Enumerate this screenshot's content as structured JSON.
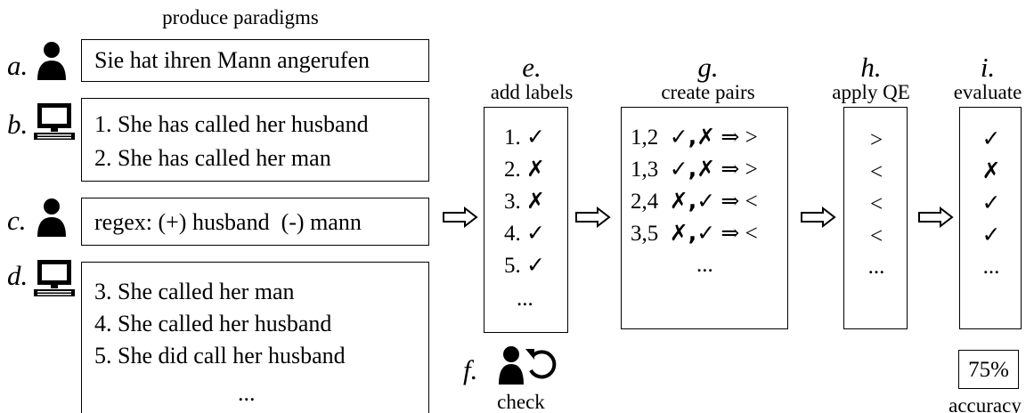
{
  "top_label": "produce paradigms",
  "steps": {
    "a": {
      "letter": "a.",
      "actor": "person-icon",
      "text": "Sie hat ihren Mann angerufen"
    },
    "b": {
      "letter": "b.",
      "actor": "computer-icon",
      "lines": [
        "1. She has called her husband",
        "2. She has called her man"
      ]
    },
    "c": {
      "letter": "c.",
      "actor": "person-icon",
      "text": "regex: (+) husband  (-) mann"
    },
    "d": {
      "letter": "d.",
      "actor": "computer-icon",
      "lines": [
        "3. She called her man",
        "4. She called her husband",
        "5. She did call her husband",
        "..."
      ]
    },
    "e": {
      "letter": "e.",
      "label": "add labels",
      "items": [
        {
          "num": "1.",
          "mark": "✓"
        },
        {
          "num": "2.",
          "mark": "✗"
        },
        {
          "num": "3.",
          "mark": "✗"
        },
        {
          "num": "4.",
          "mark": "✓"
        },
        {
          "num": "5.",
          "mark": "✓"
        }
      ],
      "ellipsis": "..."
    },
    "f": {
      "letter": "f.",
      "label": "check",
      "actor": "person-refresh-icon"
    },
    "g": {
      "letter": "g.",
      "label": "create pairs",
      "rows": [
        {
          "pair": "1,2",
          "marks": "✓,✗",
          "arrow": "⇒",
          "rel": ">"
        },
        {
          "pair": "1,3",
          "marks": "✓,✗",
          "arrow": "⇒",
          "rel": ">"
        },
        {
          "pair": "2,4",
          "marks": "✗,✓",
          "arrow": "⇒",
          "rel": "<"
        },
        {
          "pair": "3,5",
          "marks": "✗,✓",
          "arrow": "⇒",
          "rel": "<"
        }
      ],
      "ellipsis": "..."
    },
    "h": {
      "letter": "h.",
      "label": "apply QE",
      "values": [
        ">",
        "<",
        "<",
        "<"
      ],
      "ellipsis": "..."
    },
    "i": {
      "letter": "i.",
      "label": "evaluate",
      "values": [
        "✓",
        "✗",
        "✓",
        "✓"
      ],
      "ellipsis": "...",
      "accuracy_value": "75%",
      "accuracy_label": "accuracy"
    }
  }
}
